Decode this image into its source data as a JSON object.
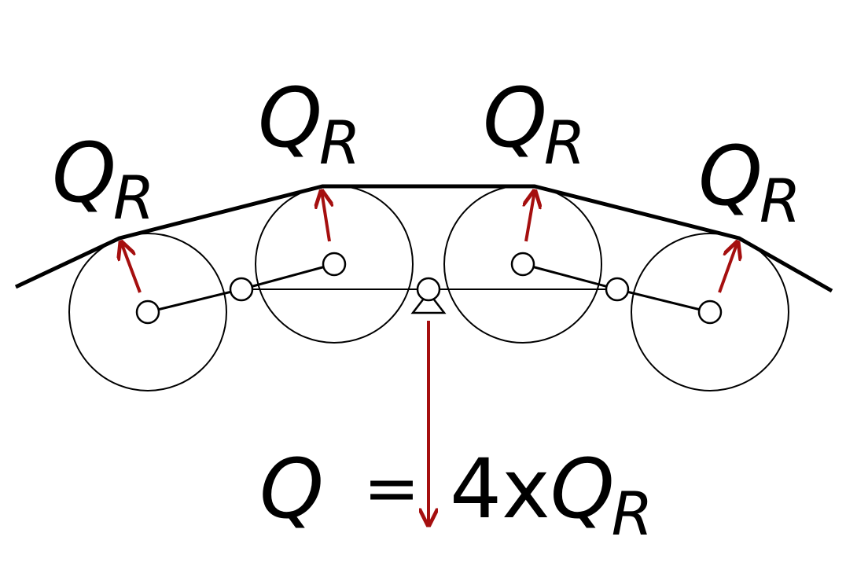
{
  "labels": {
    "force_symbol": "Q",
    "force_subscript": "R",
    "total_symbol": "Q",
    "equals": "=",
    "multiplier": "4x",
    "total_rhs_symbol": "Q",
    "total_rhs_subscript": "R"
  },
  "colors": {
    "line": "#000000",
    "arrow": "#a50f0f",
    "background": "#ffffff"
  }
}
